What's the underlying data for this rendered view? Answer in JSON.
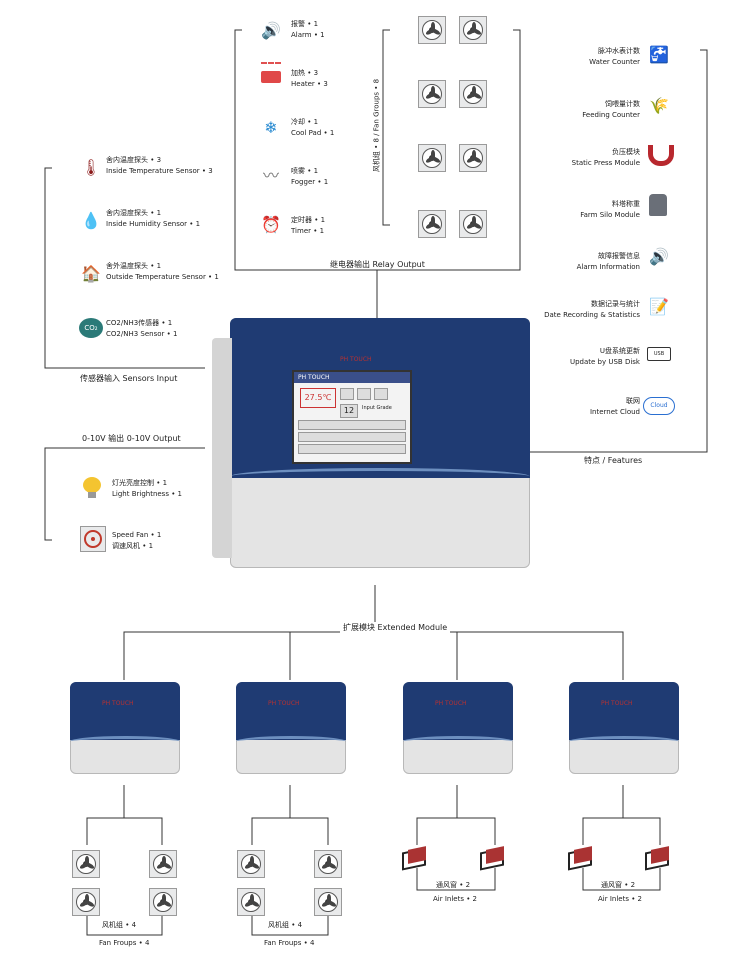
{
  "sensors": {
    "section_label": "传感器输入 Sensors Input",
    "items": [
      {
        "cn": "舍内温度探头 • 3",
        "en": "Inside Temperature Sensor • 3",
        "icon": "thermometer-icon"
      },
      {
        "cn": "舍内湿度探头 • 1",
        "en": "Inside Humidity Sensor • 1",
        "icon": "humidity-icon"
      },
      {
        "cn": "舍外温度探头 • 1",
        "en": "Outside Temperature Sensor • 1",
        "icon": "outdoor-thermometer-icon"
      },
      {
        "cn": "CO2/NH3传感器 • 1",
        "en": "CO2/NH3 Sensor • 1",
        "icon": "co2-icon"
      }
    ]
  },
  "relay": {
    "section_label": "继电器输出 Relay Output",
    "items": [
      {
        "cn": "报警 • 1",
        "en": "Alarm • 1",
        "icon": "alarm-icon"
      },
      {
        "cn": "加热 • 3",
        "en": "Heater • 3",
        "icon": "heater-icon"
      },
      {
        "cn": "冷却 • 1",
        "en": "Cool Pad • 1",
        "icon": "cool-pad-icon"
      },
      {
        "cn": "喷雾 • 1",
        "en": "Fogger • 1",
        "icon": "fogger-icon"
      },
      {
        "cn": "定时器 • 1",
        "en": "Timer • 1",
        "icon": "timer-icon"
      }
    ],
    "fan_group_label": "风机组 • 8 / Fan Groups • 8"
  },
  "features": {
    "section_label": "特点 / Features",
    "items": [
      {
        "cn": "脉冲水表计数",
        "en": "Water Counter",
        "icon": "water-tap-icon"
      },
      {
        "cn": "饲喂量计数",
        "en": "Feeding Counter",
        "icon": "wheat-icon"
      },
      {
        "cn": "负压模块",
        "en": "Static Press Module",
        "icon": "magnet-icon"
      },
      {
        "cn": "料塔称重",
        "en": "Farm Silo Module",
        "icon": "silo-icon"
      },
      {
        "cn": "故障报警信息",
        "en": "Alarm Information",
        "icon": "speaker-icon"
      },
      {
        "cn": "数据记录与统计",
        "en": "Date Recording & Statistics",
        "icon": "document-icon"
      },
      {
        "cn": "U盘系统更新",
        "en": "Update by USB Disk",
        "icon": "usb-icon"
      },
      {
        "cn": "联网",
        "en": "Internet Cloud",
        "icon": "cloud-icon"
      }
    ],
    "cloud_text": "Cloud",
    "usb_text": "USB"
  },
  "analog": {
    "section_label": "0-10V 输出 0-10V Output",
    "items": [
      {
        "cn": "灯光亮度控制 • 1",
        "en": "Light Brightness • 1",
        "icon": "bulb-icon"
      },
      {
        "en": "Speed Fan • 1",
        "cn": "调速风机 • 1",
        "icon": "speed-fan-icon"
      }
    ]
  },
  "controller": {
    "brand": "PH TOUCH",
    "screen_temp": "27.5℃",
    "screen_value": "12",
    "screen_text": "Input Grade"
  },
  "extended": {
    "section_label": "扩展模块  Extended Module",
    "modules": [
      {
        "cn": "风机组 • 4",
        "en": "Fan Froups • 4",
        "kind": "fans"
      },
      {
        "cn": "风机组 • 4",
        "en": "Fan Froups • 4",
        "kind": "fans"
      },
      {
        "cn": "通风窗 • 2",
        "en": "Air Inlets • 2",
        "kind": "inlets"
      },
      {
        "cn": "通风窗 • 2",
        "en": "Air Inlets • 2",
        "kind": "inlets"
      }
    ]
  },
  "colors": {
    "panel_blue": "#1f3b73",
    "panel_wave": "#6d8fbf",
    "alarm_red": "#c0392b",
    "cool_blue": "#2a8bd1",
    "cloud_blue": "#2a6fd1",
    "co2_teal": "#2b7a78"
  }
}
